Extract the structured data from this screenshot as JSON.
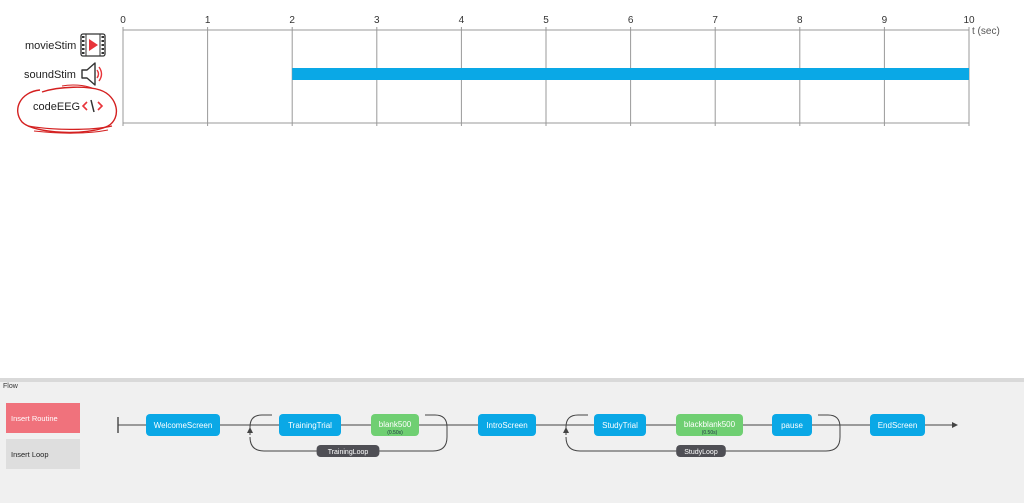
{
  "routine_editor": {
    "components": [
      {
        "name": "movieStim",
        "icon": "movie-icon"
      },
      {
        "name": "soundStim",
        "icon": "speaker-icon"
      },
      {
        "name": "codeEEG",
        "icon": "code-icon"
      }
    ],
    "time_axis": {
      "ticks": [
        "0",
        "1",
        "2",
        "3",
        "4",
        "5",
        "6",
        "7",
        "8",
        "9",
        "10"
      ],
      "unit_label": "t (sec)",
      "range": [
        0,
        10
      ]
    },
    "component_bars": [
      {
        "component": "soundStim",
        "start": 2,
        "end": 10,
        "color": "#0aa8e6"
      }
    ],
    "annotation": {
      "target": "codeEEG",
      "color": "#d42020"
    }
  },
  "flow": {
    "title": "Flow",
    "insert_routine_label": "Insert Routine",
    "insert_loop_label": "Insert Loop",
    "routines": [
      {
        "label": "WelcomeScreen",
        "sub": "",
        "color": "#0aa8e6"
      },
      {
        "label": "TrainingTrial",
        "sub": "",
        "color": "#0aa8e6"
      },
      {
        "label": "blank500",
        "sub": "(0.50s)",
        "color": "#6fcf72"
      },
      {
        "label": "IntroScreen",
        "sub": "",
        "color": "#0aa8e6"
      },
      {
        "label": "StudyTrial",
        "sub": "",
        "color": "#0aa8e6"
      },
      {
        "label": "blackblank500",
        "sub": "(0.50s)",
        "color": "#6fcf72"
      },
      {
        "label": "pause",
        "sub": "",
        "color": "#0aa8e6"
      },
      {
        "label": "EndScreen",
        "sub": "",
        "color": "#0aa8e6"
      }
    ],
    "loops": [
      {
        "label": "TrainingLoop"
      },
      {
        "label": "StudyLoop"
      }
    ]
  }
}
